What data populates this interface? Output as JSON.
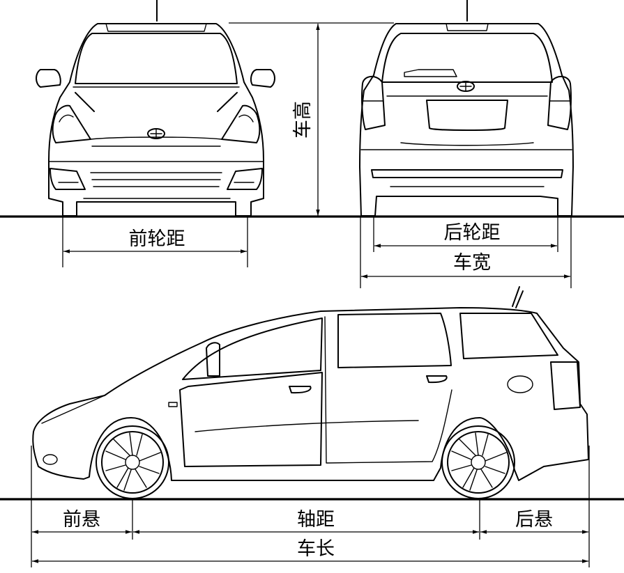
{
  "labels": {
    "vehicle_height": "车高",
    "front_track": "前轮距",
    "rear_track": "后轮距",
    "vehicle_width": "车宽",
    "front_overhang": "前悬",
    "wheelbase": "轴距",
    "rear_overhang": "后悬",
    "vehicle_length": "车长"
  }
}
